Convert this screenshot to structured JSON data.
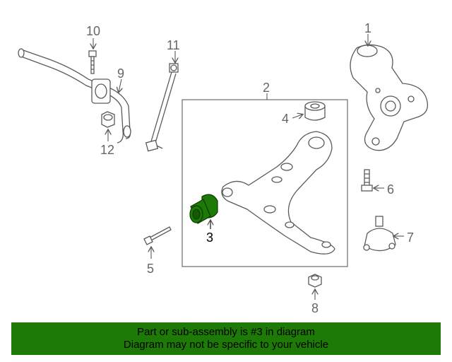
{
  "callouts": {
    "n1": "1",
    "n2": "2",
    "n3": "3",
    "n4": "4",
    "n5": "5",
    "n6": "6",
    "n7": "7",
    "n8": "8",
    "n9": "9",
    "n10": "10",
    "n11": "11",
    "n12": "12"
  },
  "banner": {
    "line1": "Part or sub-assembly is #3 in diagram",
    "line2": "Diagram may not be specific to your vehicle"
  },
  "colors": {
    "highlight": "#1d7a06",
    "banner": "#1d7a06",
    "line": "#5a5a5a",
    "callout": "#666666"
  }
}
